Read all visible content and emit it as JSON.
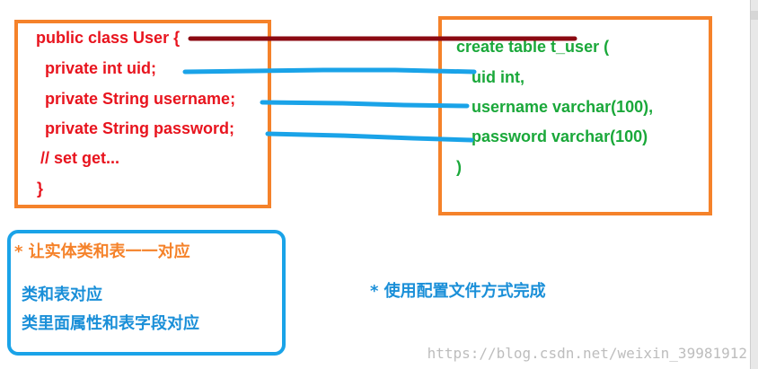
{
  "java": {
    "lines": [
      "public class User {",
      "  private int uid;",
      "  private String username;",
      "  private String password;",
      " // set get...",
      " }"
    ]
  },
  "sql": {
    "lines": [
      "create table t_user (",
      " uid int,",
      " username varchar(100),",
      " password varchar(100)",
      ")"
    ]
  },
  "notes": {
    "bullet": "* 让实体类和表一一对应",
    "line1": "类和表对应",
    "line2": "类里面属性和表字段对应",
    "config": "* 使用配置文件方式完成"
  },
  "watermark": "https://blog.csdn.net/weixin_39981912",
  "colors": {
    "orange": "#f5822a",
    "blue": "#1aa3e8",
    "java_text": "#e8141e",
    "sql_text": "#1aa83a",
    "class_link": "#8b0a12"
  }
}
